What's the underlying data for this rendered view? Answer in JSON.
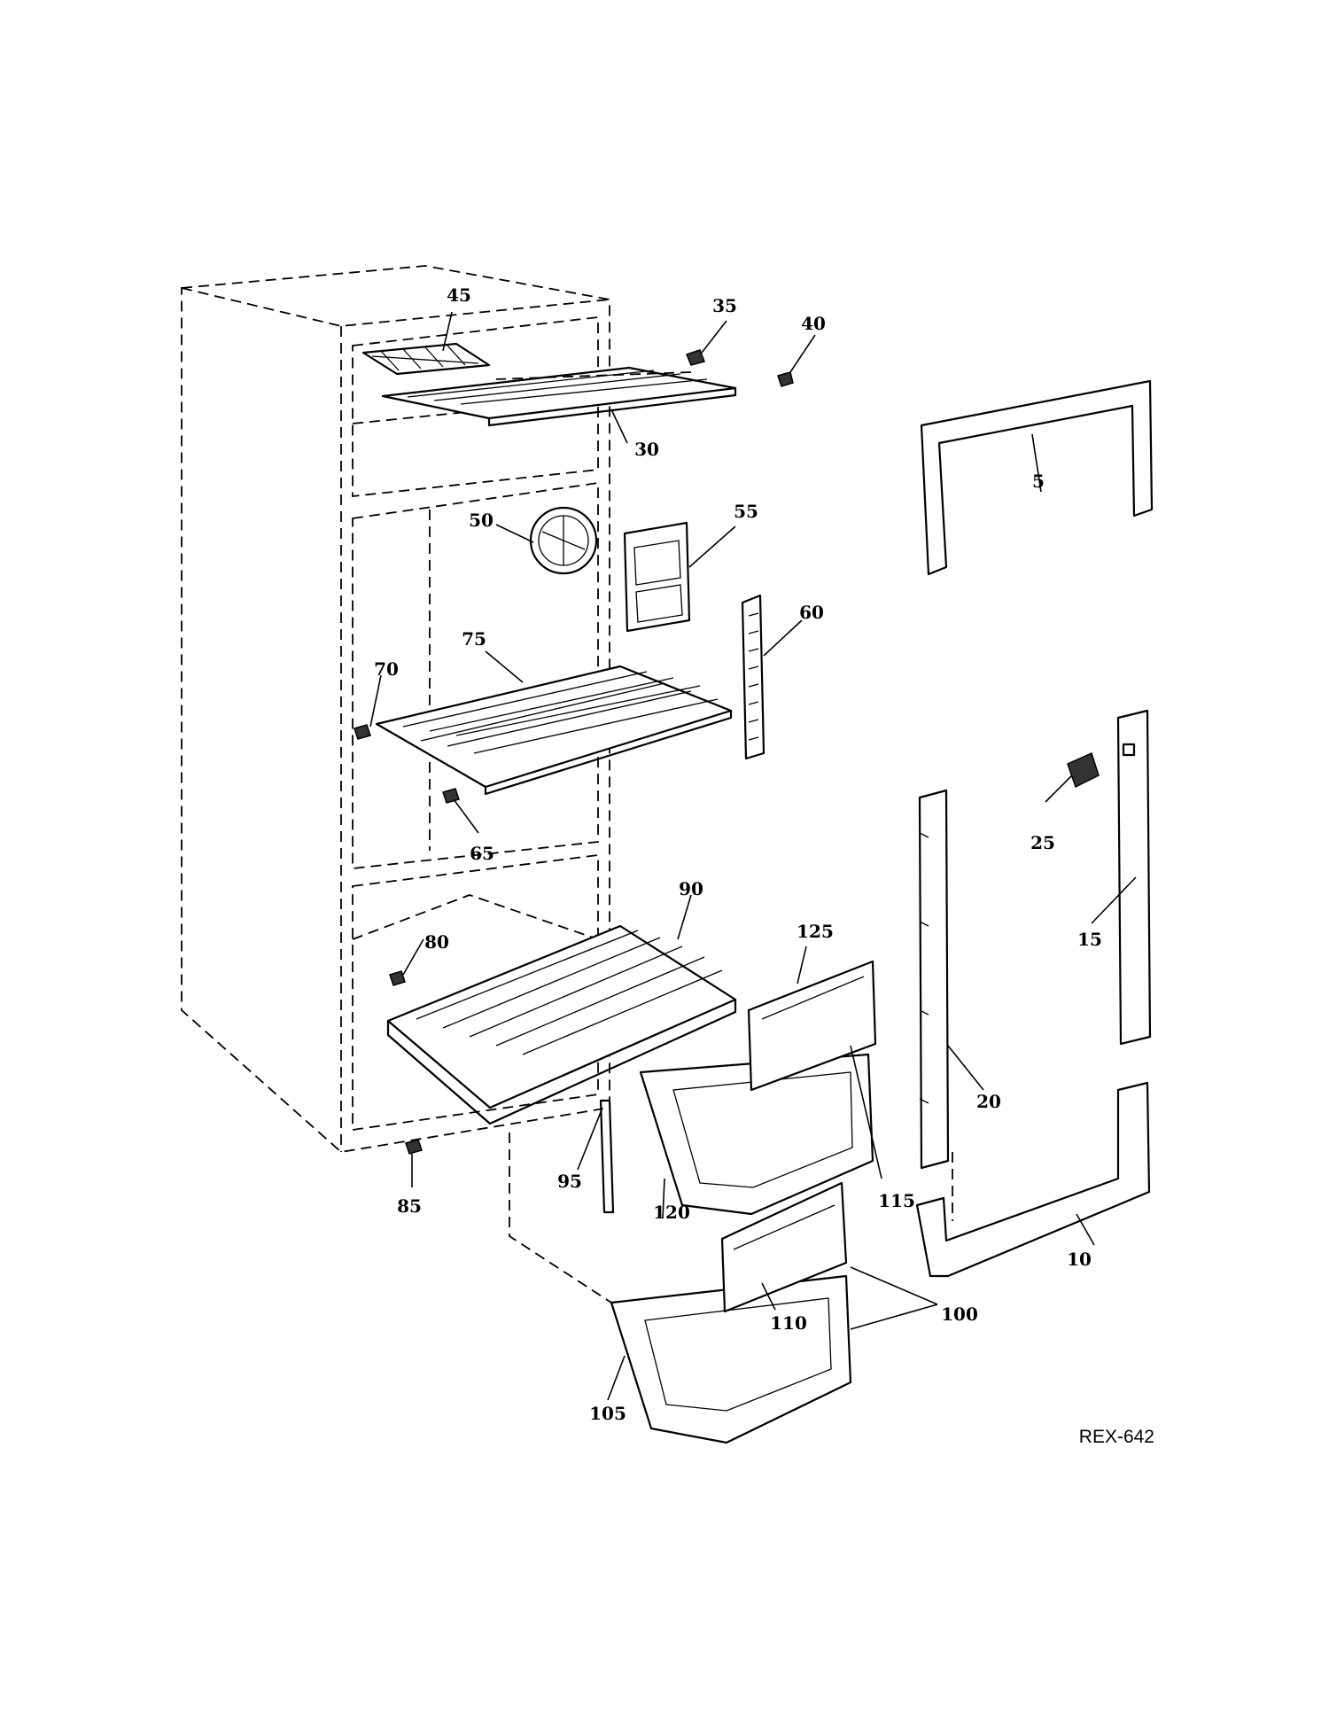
{
  "diagram": {
    "reference_code": "REX-642",
    "callouts": [
      "5",
      "10",
      "15",
      "20",
      "25",
      "30",
      "35",
      "40",
      "45",
      "50",
      "55",
      "60",
      "65",
      "70",
      "75",
      "80",
      "85",
      "90",
      "95",
      "100",
      "105",
      "110",
      "115",
      "120",
      "125"
    ]
  }
}
